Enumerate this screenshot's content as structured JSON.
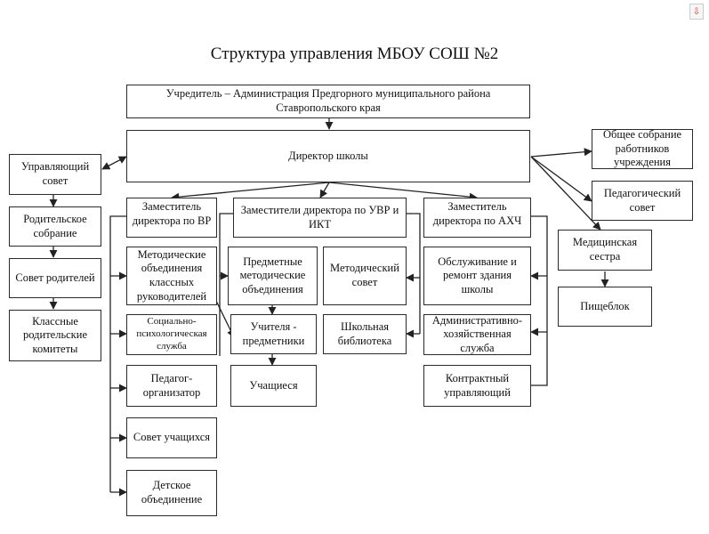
{
  "title": "Структура управления МБОУ СОШ №2",
  "nodes": {
    "founder": "Учредитель – Администрация Предгорного муниципального района Ставропольского края",
    "director": "Директор школы",
    "governing_council": "Управляющий совет",
    "parents_meeting": "Родительское собрание",
    "parents_council": "Совет родителей",
    "class_committees": "Классные родительские комитеты",
    "general_meeting": "Общее собрание работников учреждения",
    "pedagogical_council": "Педагогический совет",
    "nurse": "Медицинская сестра",
    "catering": "Пищеблок",
    "deputy_vr": "Заместитель директора по ВР",
    "deputy_uvr": "Заместители директора по УВР и ИКТ",
    "deputy_ahch": "Заместитель директора по АХЧ",
    "class_teachers_mo": "Методические объединения классных руководителей",
    "social_service": "Социально-психологическая служба",
    "organizer": "Педагог-организатор",
    "students_council": "Совет учащихся",
    "children_association": "Детское объединение",
    "subject_mo": "Предметные методические объединения",
    "methodical_council": "Методический совет",
    "subject_teachers": "Учителя - предметники",
    "library": "Школьная библиотека",
    "students": "Учащиеся",
    "maintenance": "Обслуживание и ремонт здания школы",
    "admin_service": "Административно-хозяйственная служба",
    "contract_manager": "Контрактный управляющий"
  }
}
